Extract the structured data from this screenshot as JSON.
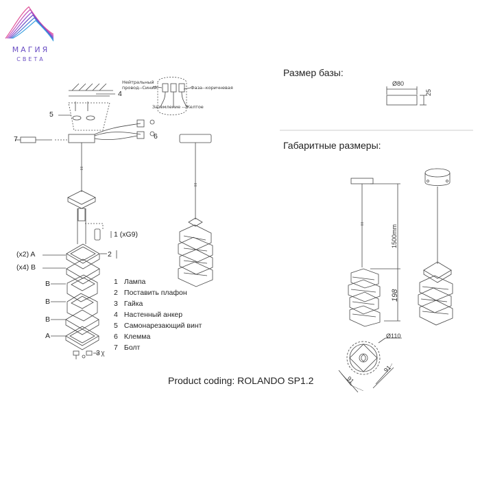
{
  "logo": {
    "word": "МАГИЯ",
    "sub": "СВЕТА"
  },
  "base_heading": "Размер базы:",
  "overall_heading": "Габаритные размеры:",
  "product_coding": "Product coding: ROLANDO SP1.2",
  "legend": [
    {
      "num": "1",
      "text": "Лампа"
    },
    {
      "num": "2",
      "text": "Поставить плафон"
    },
    {
      "num": "3",
      "text": "Гайка"
    },
    {
      "num": "4",
      "text": "Настенный анкер"
    },
    {
      "num": "5",
      "text": "Самонарезающий винт"
    },
    {
      "num": "6",
      "text": "Клемма"
    },
    {
      "num": "7",
      "text": "Болт"
    }
  ],
  "callouts": {
    "c4": "4",
    "c5": "5",
    "c6": "6",
    "c7": "7",
    "c1": "1 (xG9)",
    "c2": "2",
    "c3": "3",
    "x2a": "(x2) A",
    "x4b": "(x4) B",
    "b1": "B",
    "b2": "B",
    "b3": "B",
    "a1": "A"
  },
  "wiring": {
    "neutral": "Нейтральный провод--Синий",
    "phase": "Фаза--коричневая",
    "ground": "Заземление --Желтое"
  },
  "dimensions": {
    "base_diameter": "Ø80",
    "base_height": "25",
    "cord_length": "1500mm",
    "shade_height": "198",
    "shade_diameter": "Ø110",
    "width_a": "91",
    "width_b": "91"
  },
  "colors": {
    "line": "#444444",
    "logo_accent": "#6b4fc4",
    "logo_pink": "#e0559a"
  }
}
